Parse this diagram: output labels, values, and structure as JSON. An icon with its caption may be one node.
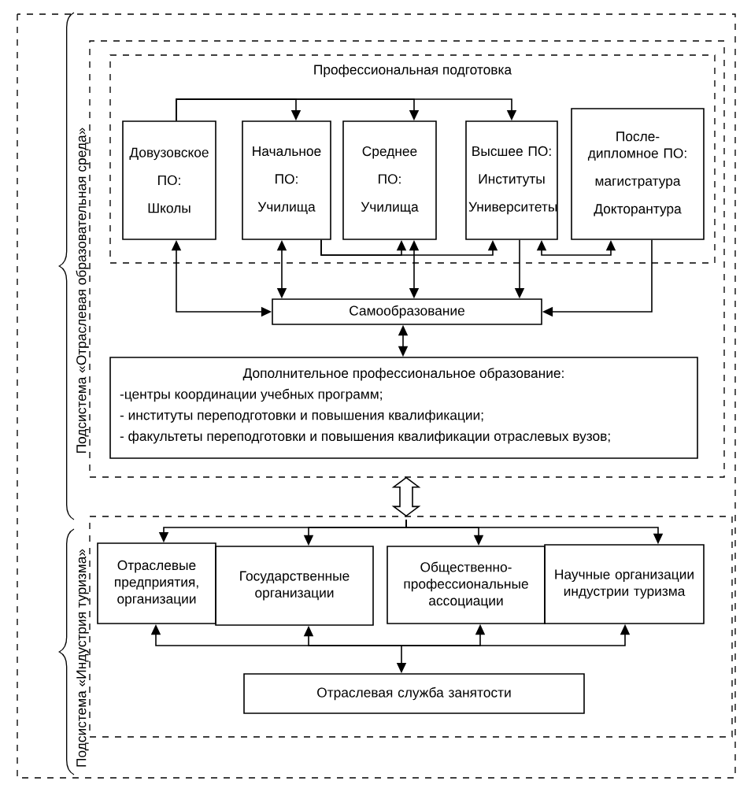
{
  "diagram": {
    "nodes": [
      {
        "text": [
          "Подсистема «Отраслевая образовательная среда»"
        ]
      },
      {
        "text": [
          "Профессиональная подготовка"
        ],
        "in": 0
      },
      {
        "text": [
          "Довузовское",
          "ПО:",
          "Школы"
        ],
        "in": 1
      },
      {
        "text": [
          "Начальное",
          "ПО:",
          "Училища"
        ],
        "in": 1
      },
      {
        "text": [
          "Среднее",
          "ПО:",
          "Училища"
        ],
        "in": 1
      },
      {
        "text": [
          "Высшее ПО:",
          "Институты",
          "Университеты"
        ],
        "in": 1
      },
      {
        "text": [
          "После-дипломное ПО:",
          "магистратура",
          "Докторантура"
        ],
        "in": 1
      },
      {
        "text": [
          "Самообразование"
        ],
        "in": 0
      },
      {
        "text": [
          "Дополнительное профессиональное образование:",
          "-центры координации учебных программ;",
          "- институты переподготовки и повышения квалификации;",
          "- факультеты переподготовки и повышения квалификации отраслевых вузов;"
        ],
        "in": 0
      },
      {
        "text": [
          "Подсистема «Индустрия туризма»"
        ]
      },
      {
        "text": [
          "Отраслевые предприятия, организации"
        ],
        "in": 9
      },
      {
        "text": [
          "Государственные организации"
        ],
        "in": 9
      },
      {
        "text": [
          "Общественно-профессиональные ассоциации"
        ],
        "in": 9
      },
      {
        "text": [
          "Научные организации индустрии туризма"
        ],
        "in": 9
      },
      {
        "text": [
          "Отраслевая служба занятости"
        ],
        "in": 9
      }
    ],
    "edges": [
      {
        "from": 2,
        "to": 3,
        "arrow": "to"
      },
      {
        "from": 2,
        "to": 4,
        "arrow": "to"
      },
      {
        "from": 2,
        "to": 5,
        "arrow": "to"
      },
      {
        "from": 3,
        "to": 4,
        "arrow": "to"
      },
      {
        "from": 3,
        "to": 5,
        "arrow": "to"
      },
      {
        "from": 5,
        "to": 6,
        "arrow": "both"
      },
      {
        "from": 2,
        "to": 7,
        "arrow": "both"
      },
      {
        "from": 3,
        "to": 7,
        "arrow": "both"
      },
      {
        "from": 4,
        "to": 7,
        "arrow": "both"
      },
      {
        "from": 5,
        "to": 7,
        "arrow": "to"
      },
      {
        "from": 6,
        "to": 7,
        "arrow": "to"
      },
      {
        "from": 7,
        "to": 8,
        "arrow": "both"
      },
      {
        "from": 0,
        "to": 9,
        "arrow": "both",
        "style": "thick"
      },
      {
        "from": null,
        "to": 10,
        "arrow": "to"
      },
      {
        "from": null,
        "to": 11,
        "arrow": "to"
      },
      {
        "from": null,
        "to": 12,
        "arrow": "to"
      },
      {
        "from": null,
        "to": 13,
        "arrow": "to"
      },
      {
        "from": 14,
        "to": 10,
        "arrow": "both"
      },
      {
        "from": 14,
        "to": 11,
        "arrow": "both"
      },
      {
        "from": 14,
        "to": 12,
        "arrow": "both"
      },
      {
        "from": 14,
        "to": 13,
        "arrow": "both"
      }
    ]
  }
}
